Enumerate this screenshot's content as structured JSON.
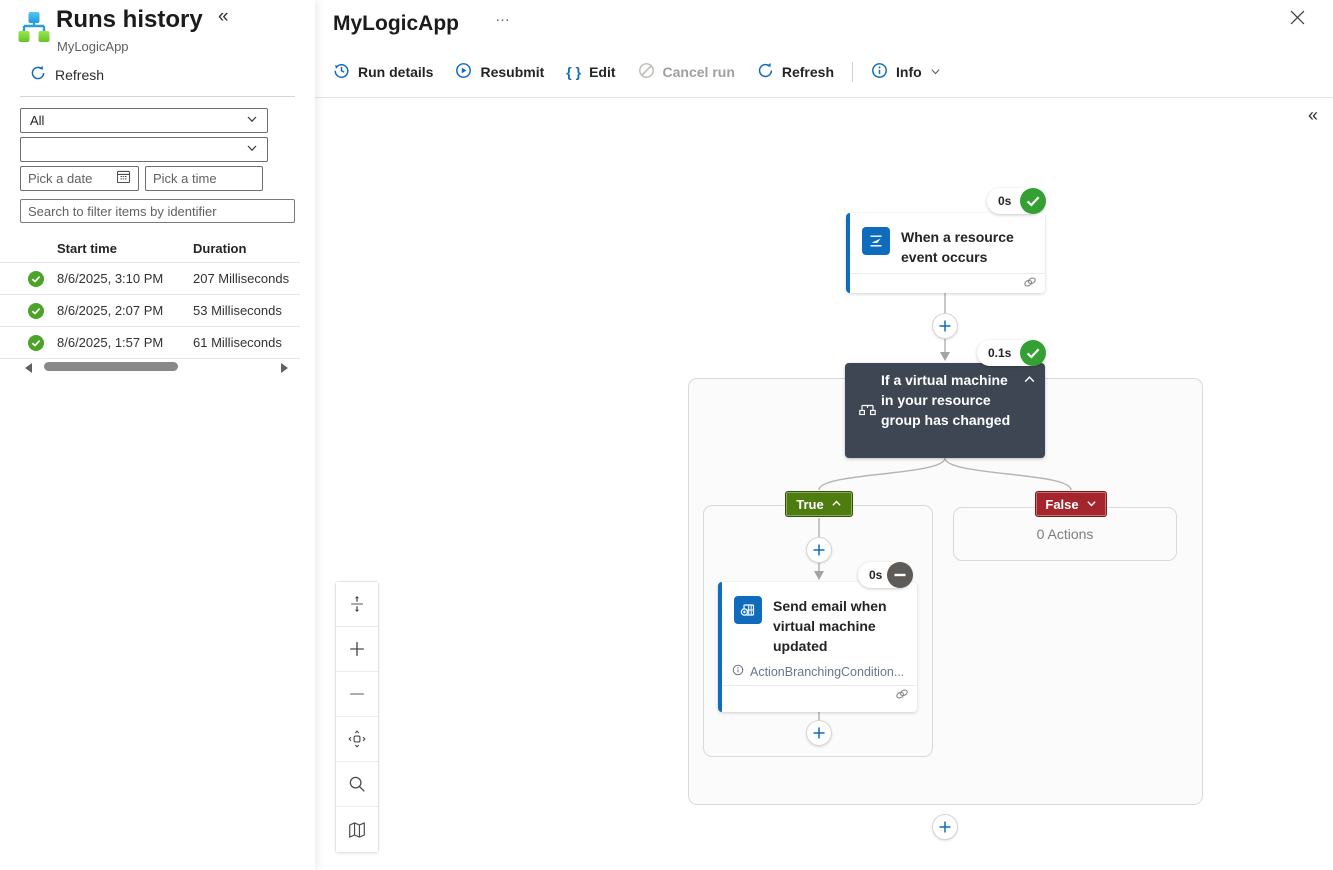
{
  "left_panel": {
    "title": "Runs history",
    "subtitle": "MyLogicApp",
    "refresh_label": "Refresh",
    "filters": {
      "status_value": "All",
      "date_placeholder": "Pick a date",
      "time_placeholder": "Pick a time",
      "search_placeholder": "Search to filter items by identifier"
    },
    "table": {
      "columns": [
        "Start time",
        "Duration"
      ],
      "rows": [
        {
          "status": "succeeded",
          "start_time": "8/6/2025, 3:10 PM",
          "duration": "207 Milliseconds"
        },
        {
          "status": "succeeded",
          "start_time": "8/6/2025, 2:07 PM",
          "duration": "53 Milliseconds"
        },
        {
          "status": "succeeded",
          "start_time": "8/6/2025, 1:57 PM",
          "duration": "61 Milliseconds"
        }
      ]
    }
  },
  "header": {
    "title": "MyLogicApp",
    "toolbar": {
      "run_details": "Run details",
      "resubmit": "Resubmit",
      "edit": "Edit",
      "cancel_run": "Cancel run",
      "refresh": "Refresh",
      "info": "Info"
    }
  },
  "workflow": {
    "trigger": {
      "title": "When a resource event occurs",
      "duration": "0s",
      "status": "succeeded"
    },
    "condition": {
      "title": "If a virtual machine in your resource group has changed",
      "duration": "0.1s",
      "status": "succeeded"
    },
    "true_branch": {
      "label": "True"
    },
    "false_branch": {
      "label": "False",
      "empty_text": "0 Actions"
    },
    "action": {
      "title": "Send email when virtual machine updated",
      "note": "ActionBranchingCondition...",
      "duration": "0s",
      "status": "skipped"
    }
  },
  "icons": {
    "overflow": "…",
    "collapse": "«",
    "edit_braces": "{ }"
  },
  "colors": {
    "accent": "#0f6cbd",
    "success_green": "#4ca32a",
    "skipped_gray": "#5d5a58",
    "condition_bg": "#3e4654",
    "true_green": "#4e7c0e",
    "false_red": "#a4262c"
  }
}
